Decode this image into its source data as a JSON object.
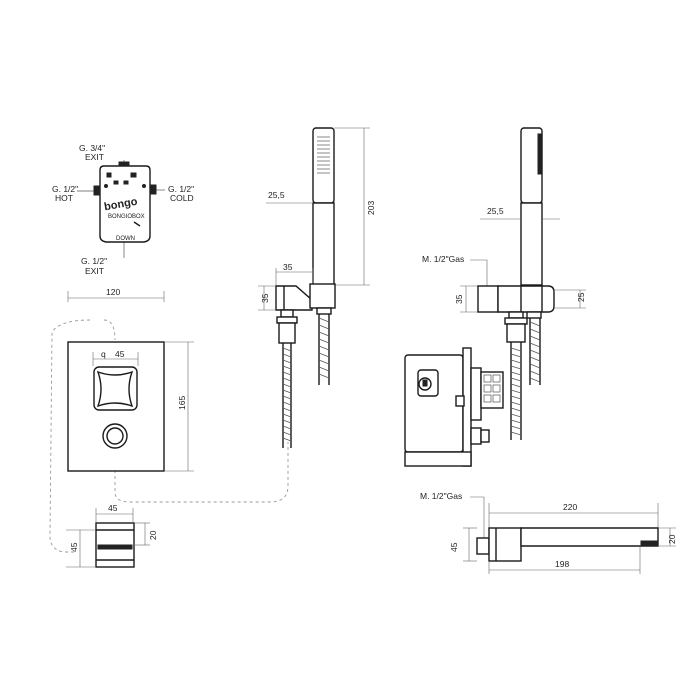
{
  "labels": {
    "exit_top": "G. 3/4\"",
    "exit_top_sub": "EXIT",
    "hot": "G. 1/2\"",
    "hot_sub": "HOT",
    "cold": "G. 1/2\"",
    "cold_sub": "COLD",
    "exit_bottom": "G. 1/2\"",
    "exit_bottom_sub": "EXIT",
    "logo": "bongo",
    "box_name": "BONGIOBOX",
    "down": "DOWN",
    "gas_1": "M. 1/2\"Gas",
    "gas_2": "M. 1/2\"Gas"
  },
  "dimensions": {
    "plate_width": "120",
    "plate_height": "165",
    "knob_width": "45",
    "knob_q": "q",
    "knob_side_width": "45",
    "knob_side_depth": "20",
    "knob_side_height": "45",
    "shower_width_1": "25,5",
    "shower_height": "203",
    "holder_width": "35",
    "holder_height_1": "35",
    "shower_width_2": "25,5",
    "holder_height_2": "35",
    "holder_depth_2": "25",
    "spout_total": "220",
    "spout_length": "198",
    "spout_height": "45",
    "spout_depth": "20"
  },
  "colors": {
    "hot": "#d42020",
    "cold": "#2040c8",
    "line": "#1a1a1a"
  }
}
